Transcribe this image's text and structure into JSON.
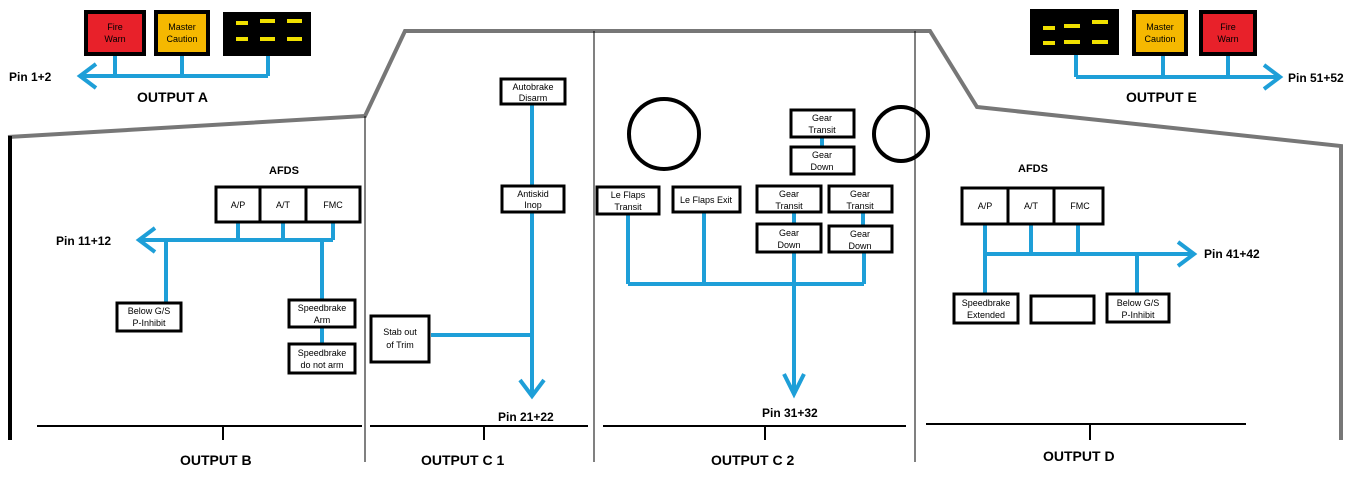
{
  "colors": {
    "wire": "#1e9fd8",
    "panel_outline": "#777777",
    "box_border": "#000000",
    "fire_warn": "#e8212a",
    "master_caution": "#f5b800",
    "annunciator_dash": "#f0e000"
  },
  "output_a": {
    "fire_warn": [
      "Fire",
      "Warn"
    ],
    "master_caution": [
      "Master",
      "Caution"
    ],
    "pin": "Pin 1+2",
    "title": "OUTPUT A"
  },
  "output_e": {
    "master_caution": [
      "Master",
      "Caution"
    ],
    "fire_warn": [
      "Fire",
      "Warn"
    ],
    "pin": "Pin 51+52",
    "title": "OUTPUT E"
  },
  "output_b": {
    "afds": "AFDS",
    "ap": "A/P",
    "at": "A/T",
    "fmc": "FMC",
    "pin": "Pin 11+12",
    "below_gs": [
      "Below G/S",
      "P-Inhibit"
    ],
    "speedbrake_arm": [
      "Speedbrake",
      "Arm"
    ],
    "speedbrake_not_arm": [
      "Speedbrake",
      "do not arm"
    ],
    "title": "OUTPUT B"
  },
  "output_c1": {
    "autobrake": [
      "Autobrake",
      "Disarm"
    ],
    "antiskid": [
      "Antiskid",
      "Inop"
    ],
    "stab_trim": [
      "Stab out",
      "of Trim"
    ],
    "pin": "Pin 21+22",
    "title": "OUTPUT C 1"
  },
  "output_c2": {
    "gear_transit_top": [
      "Gear",
      "Transit"
    ],
    "gear_down_top": [
      "Gear",
      "Down"
    ],
    "le_flaps_transit": [
      "Le Flaps",
      "Transit"
    ],
    "le_flaps_exit": "Le Flaps Exit",
    "gear_transit_left": [
      "Gear",
      "Transit"
    ],
    "gear_transit_right": [
      "Gear",
      "Transit"
    ],
    "gear_down_left": [
      "Gear",
      "Down"
    ],
    "gear_down_right": [
      "Gear",
      "Down"
    ],
    "pin": "Pin 31+32",
    "title": "OUTPUT C 2"
  },
  "output_d": {
    "afds": "AFDS",
    "ap": "A/P",
    "at": "A/T",
    "fmc": "FMC",
    "pin": "Pin 41+42",
    "speedbrake_extended": [
      "Speedbrake",
      "Extended"
    ],
    "below_gs": [
      "Below G/S",
      "P-Inhibit"
    ],
    "title": "OUTPUT D"
  }
}
